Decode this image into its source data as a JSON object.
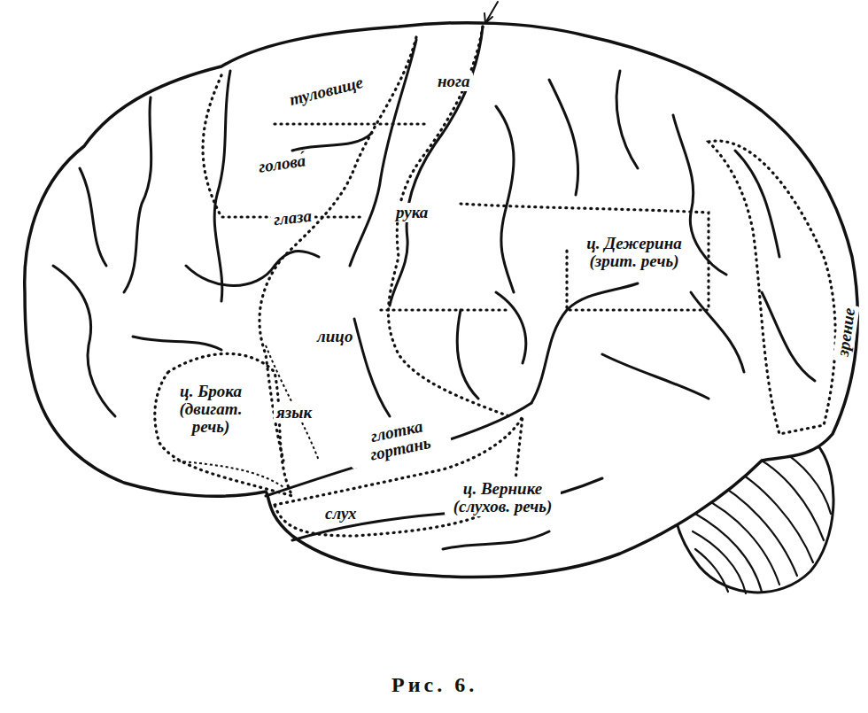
{
  "diagram": {
    "caption": "Рис. 6.",
    "labels": [
      "туловище",
      "нога",
      "голова́",
      "глаза",
      "рука",
      "ц. Дежерина (зрит. речь)",
      "зрение",
      "лицо",
      "ц. Брока (двигат. речь)",
      "язык",
      "глотка гортань",
      "ц. Вернике (слухов. речь)",
      "слух"
    ]
  }
}
